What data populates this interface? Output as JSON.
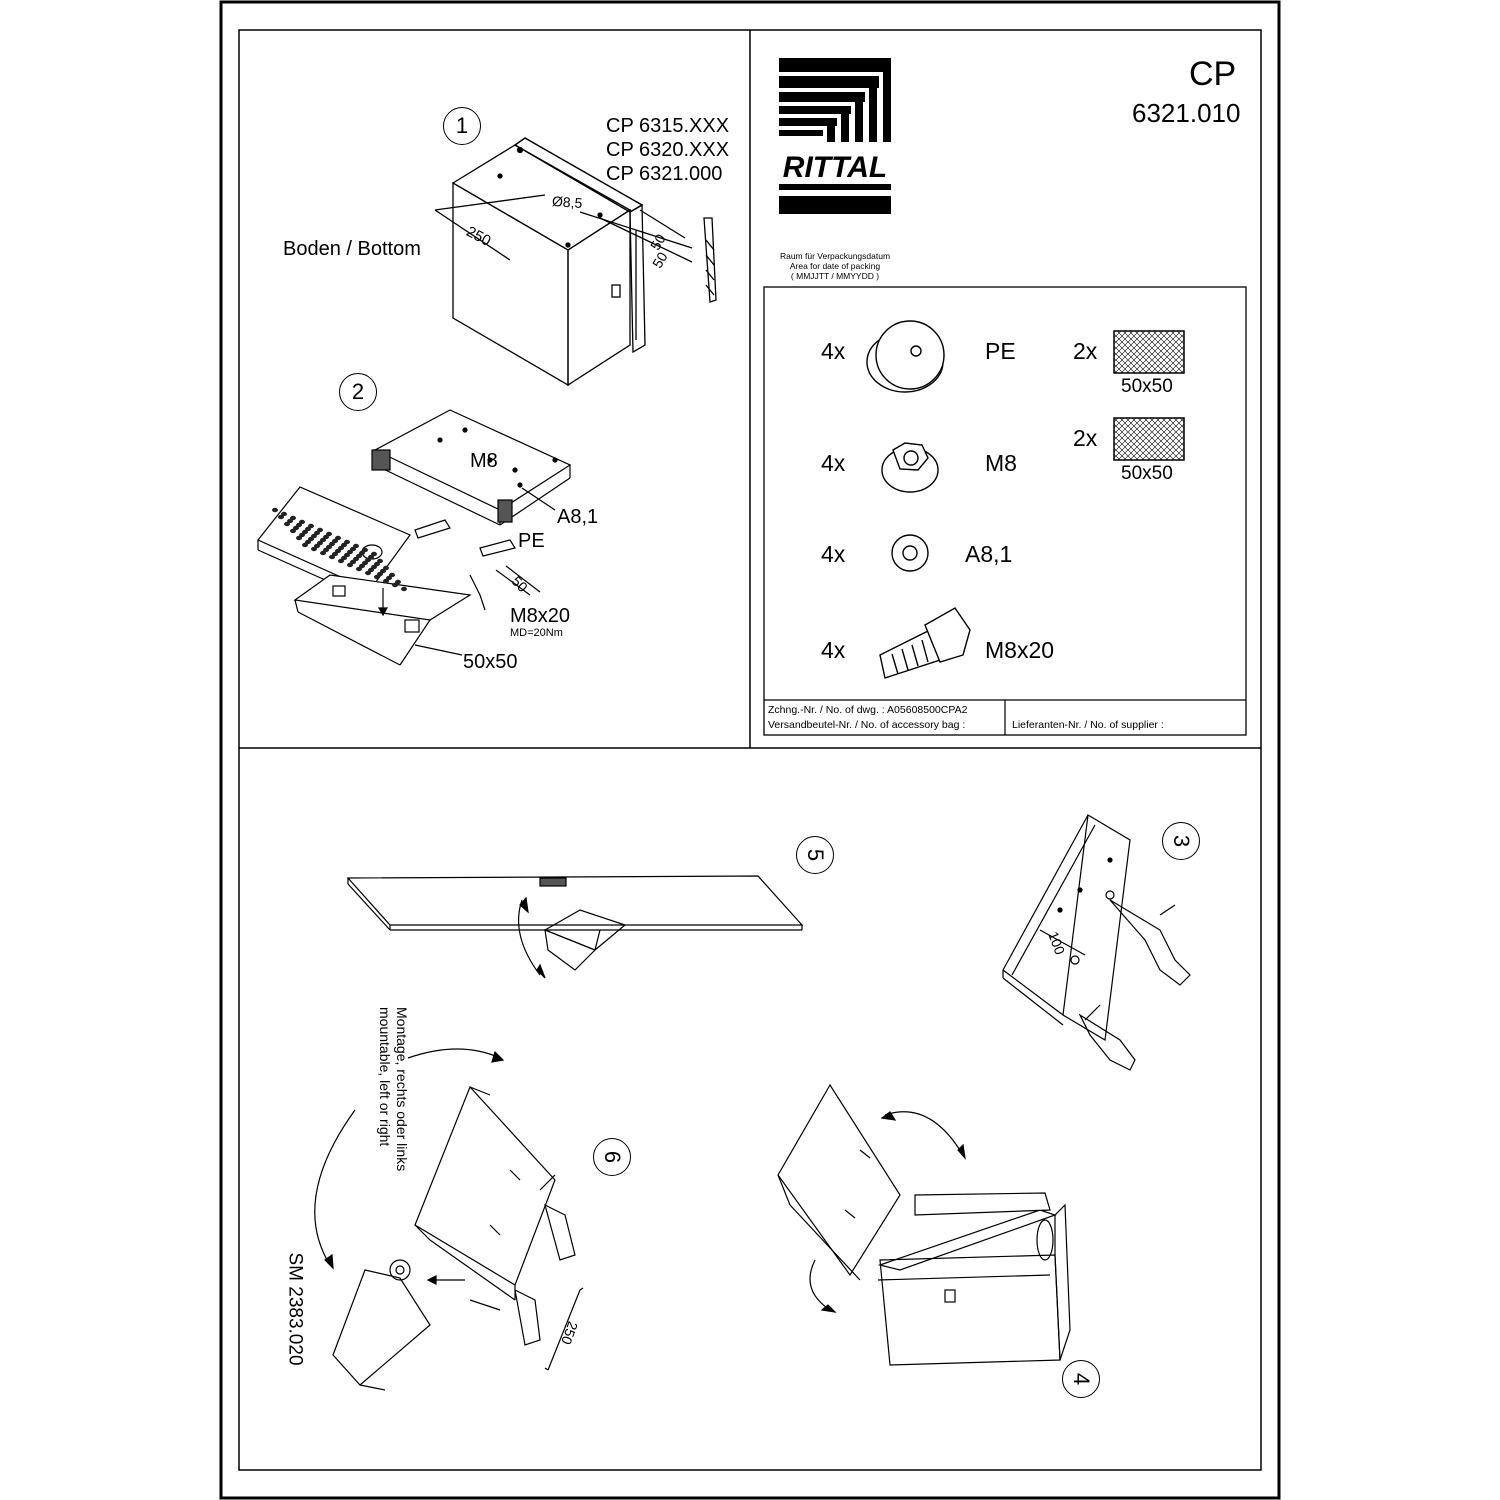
{
  "header": {
    "product_code": "CP",
    "article_number": "6321.010",
    "brand": "RITTAL",
    "packing_date_note": [
      "Raum für Verpackungsdatum",
      "Area for date of packing",
      "( MMJJTT / MMYYDD )"
    ]
  },
  "step1": {
    "number": "1",
    "models": [
      "CP 6315.XXX",
      "CP 6320.XXX",
      "CP 6321.000"
    ],
    "bottom_label": "Boden / Bottom",
    "dim_diameter": "Ø8,5",
    "dim_250": "250",
    "dim_50a": "50",
    "dim_50b": "50"
  },
  "step2": {
    "number": "2",
    "label_m8": "M8",
    "label_a81": "A8,1",
    "label_pe": "PE",
    "label_m8x20": "M8x20",
    "label_torque": "MD=20Nm",
    "label_50x50": "50x50",
    "dim_50": "50"
  },
  "parts": [
    {
      "qty": "4x",
      "name": "PE",
      "icon": "washer-icon"
    },
    {
      "qty": "4x",
      "name": "M8",
      "icon": "nut-icon"
    },
    {
      "qty": "4x",
      "name": "A8,1",
      "icon": "lock-washer-icon"
    },
    {
      "qty": "4x",
      "name": "M8x20",
      "icon": "bolt-icon"
    }
  ],
  "pads": [
    {
      "qty": "2x",
      "size": "50x50"
    },
    {
      "qty": "2x",
      "size": "50x50"
    }
  ],
  "title_block": {
    "drawing_no": "Zchng.-Nr. / No. of dwg. : A05608500CPA2",
    "accessory_bag": "Versandbeutel-Nr. / No. of accessory bag :",
    "supplier": "Lieferanten-Nr. / No. of supplier :"
  },
  "steps_lower": {
    "step3": "3",
    "step4": "4",
    "step5": "5",
    "step6": "6",
    "dim_100": "100",
    "dim_250": "250",
    "mount_note": [
      "Montage, rechts oder links",
      "mountable, left or right"
    ],
    "accessory_ref": "SM 2383.020"
  }
}
